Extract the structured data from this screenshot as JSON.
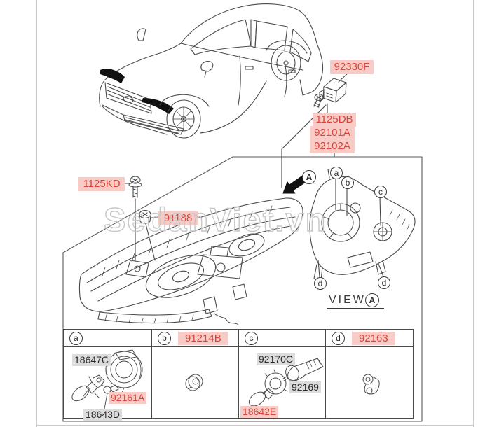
{
  "watermark": {
    "text": "SedanViet.vn"
  },
  "colors": {
    "highlight_pink": "#f8cbc6",
    "highlight_gray": "#dcdcdc",
    "part_code_red": "#d9453a",
    "line": "#4a4a4a"
  },
  "labels": {
    "relay": "92330F",
    "screw_upper": "1125DB",
    "headlamp_lh": "92101A",
    "headlamp_rh": "92102A",
    "bolt_left": "1125KD",
    "grommet": "91188"
  },
  "view": {
    "title": "VIEW",
    "ref": "A",
    "arrow_ref": "A",
    "markers": [
      "a",
      "b",
      "c",
      "d",
      "d"
    ]
  },
  "table": {
    "columns": [
      {
        "key": "a",
        "header_code": "",
        "items": [
          {
            "code": "18647C",
            "highlight": "gray"
          },
          {
            "code": "92161A",
            "highlight": "pink"
          },
          {
            "code": "18643D",
            "highlight": "gray"
          }
        ]
      },
      {
        "key": "b",
        "header_code": "91214B",
        "items": []
      },
      {
        "key": "c",
        "header_code": "",
        "items": [
          {
            "code": "92170C",
            "highlight": "gray"
          },
          {
            "code": "92169",
            "highlight": "gray"
          },
          {
            "code": "18642E",
            "highlight": "pink"
          }
        ]
      },
      {
        "key": "d",
        "header_code": "92163",
        "items": []
      }
    ]
  }
}
